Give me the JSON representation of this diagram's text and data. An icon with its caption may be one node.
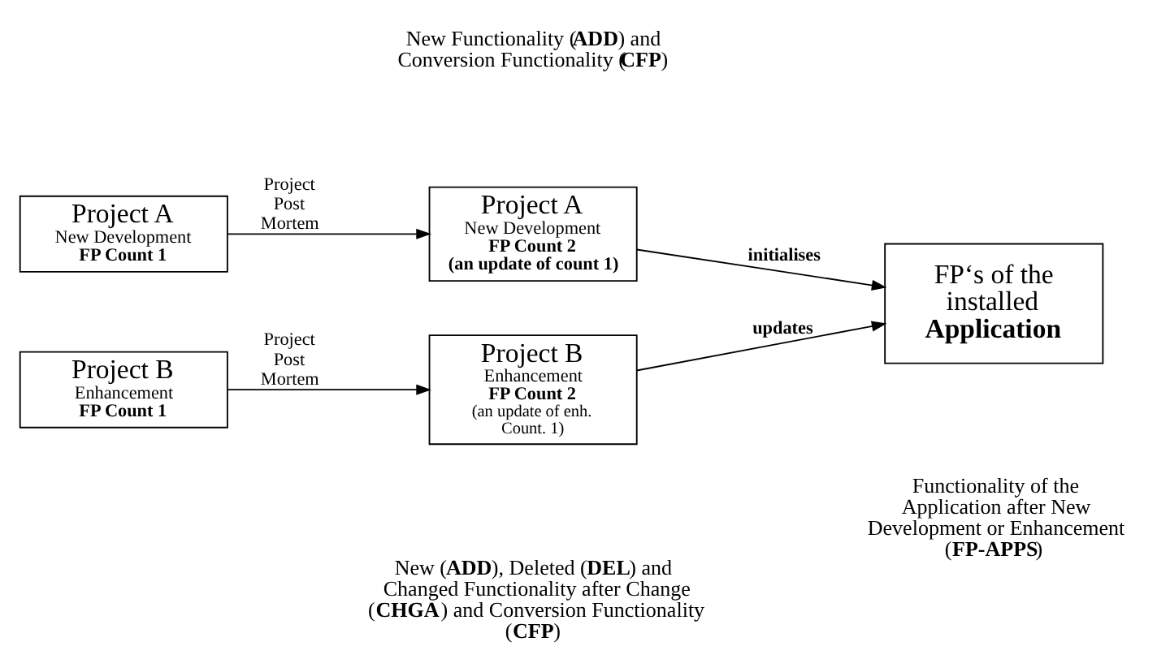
{
  "diagram": {
    "nodes": [
      {
        "text": [
          "Project A",
          "New Development",
          "FP Count 1"
        ]
      },
      {
        "text": [
          "Project A",
          "New Development",
          "FP Count 2",
          "(an update of count 1)"
        ]
      },
      {
        "text": [
          "FP‘s of the installed **Application**"
        ]
      },
      {
        "text": [
          "Project B",
          "Enhancement",
          "FP Count 1"
        ]
      },
      {
        "text": [
          "Project B",
          "Enhancement",
          "FP Count 2",
          "(an update of enh. Count. 1)"
        ]
      }
    ],
    "edges": [
      {
        "from": 0,
        "to": 1,
        "arrow": "to",
        "label": "Project Post Mortem"
      },
      {
        "from": 1,
        "to": 2,
        "arrow": "to",
        "label": "initialises"
      },
      {
        "from": 3,
        "to": 4,
        "arrow": "to",
        "label": "Project Post Mortem"
      },
      {
        "from": 4,
        "to": 2,
        "arrow": "to",
        "label": "updates"
      }
    ],
    "labels": [
      "New Functionality (**ADD**) and Conversion Functionality (**CFP**)",
      "Functionality of the Application after New Development or Enhancement (**FP-APPS**)",
      "New (**ADD**), Deleted (**DEL**) and Changed Functionality after Change (**CHGA**) and Conversion Functionality (**CFP**)"
    ]
  }
}
